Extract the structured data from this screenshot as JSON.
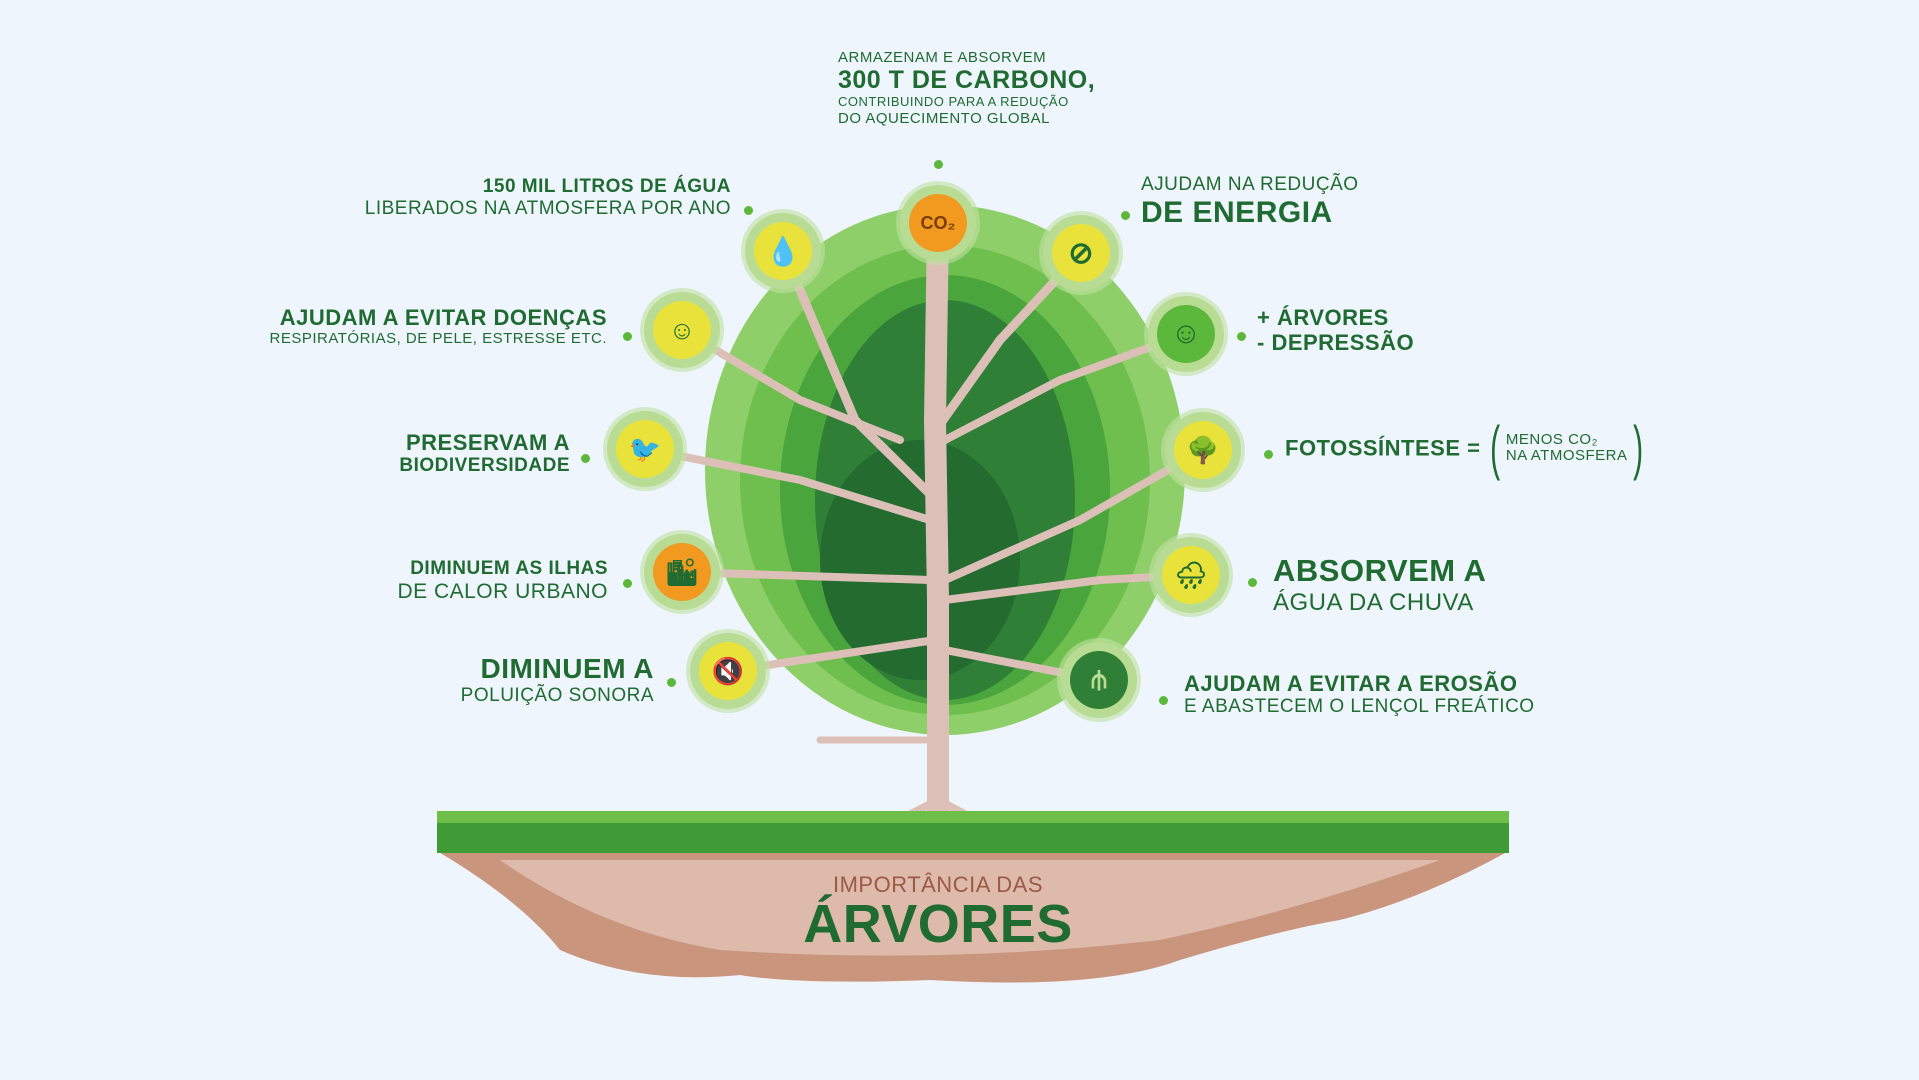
{
  "title": {
    "line1": "Importância das",
    "line2": "Árvores"
  },
  "benefits": {
    "carbon": {
      "line1": "Armazenam e absorvem",
      "line2": "300 t de carbono,",
      "line3": "contribuindo para a redução",
      "line4": "do aquecimento global",
      "icon": "co2-icon",
      "icon_text": "CO₂"
    },
    "water": {
      "line1": "150 mil litros de água",
      "line2": "liberados na atmosfera por ano",
      "icon": "water-drops-icon"
    },
    "energy": {
      "line1": "Ajudam na redução",
      "line2": "de energia",
      "icon": "no-air-conditioner-icon"
    },
    "diseases": {
      "line1": "Ajudam a evitar doenças",
      "line2": "respiratórias, de pele, estresse etc.",
      "icon": "smiling-woman-icon"
    },
    "depression": {
      "line1": "+ árvores",
      "line2": "- depressão",
      "icon": "smiley-face-icon"
    },
    "biodiversity": {
      "line1": "Preservam a",
      "line2": "biodiversidade",
      "icon": "bird-icon"
    },
    "photosynthesis": {
      "label": "Fotossíntese =",
      "paren_line1": "menos CO₂",
      "paren_line2": "na atmosfera",
      "icon": "photosynthesis-icon"
    },
    "heat_islands": {
      "line1": "Diminuem as ilhas",
      "line2": "de calor urbano",
      "icon": "city-heat-icon"
    },
    "rain": {
      "line1": "Absorvem a",
      "line2": "água da chuva",
      "icon": "rain-cloud-tree-icon"
    },
    "noise": {
      "line1": "Diminuem a",
      "line2": "poluição sonora",
      "icon": "muted-speaker-icon"
    },
    "erosion": {
      "line1": "Ajudam a evitar a erosão",
      "line2": "e abastecem o lençol freático",
      "icon": "roots-icon"
    }
  },
  "colors": {
    "dark_green": "#1f6b32",
    "leaf": "#5cb83a",
    "trunk": "#dcc0b8",
    "soil": "#c9957c",
    "background": "#eff5fc"
  }
}
